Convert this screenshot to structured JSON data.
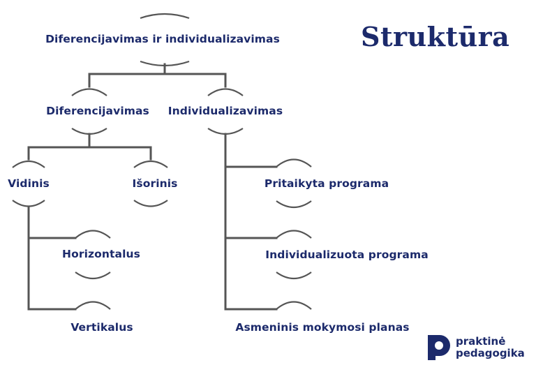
{
  "title": "Struktūra",
  "nodes": {
    "root": "Diferencijavimas ir individualizavimas",
    "diferencijavimas": "Diferencijavimas",
    "individualizavimas": "Individualizavimas",
    "vidinis": "Vidinis",
    "isorinis": "Išorinis",
    "horizontalus": "Horizontalus",
    "vertikalus": "Vertikalus",
    "pritaikyta": "Pritaikyta programa",
    "individualizuota": "Individualizuota programa",
    "asmeninis": "Asmeninis mokymosi planas"
  },
  "logo": {
    "line1": "praktinė",
    "line2": "pedagogika"
  },
  "colors": {
    "text": "#1c2a6b",
    "line": "#555555"
  }
}
